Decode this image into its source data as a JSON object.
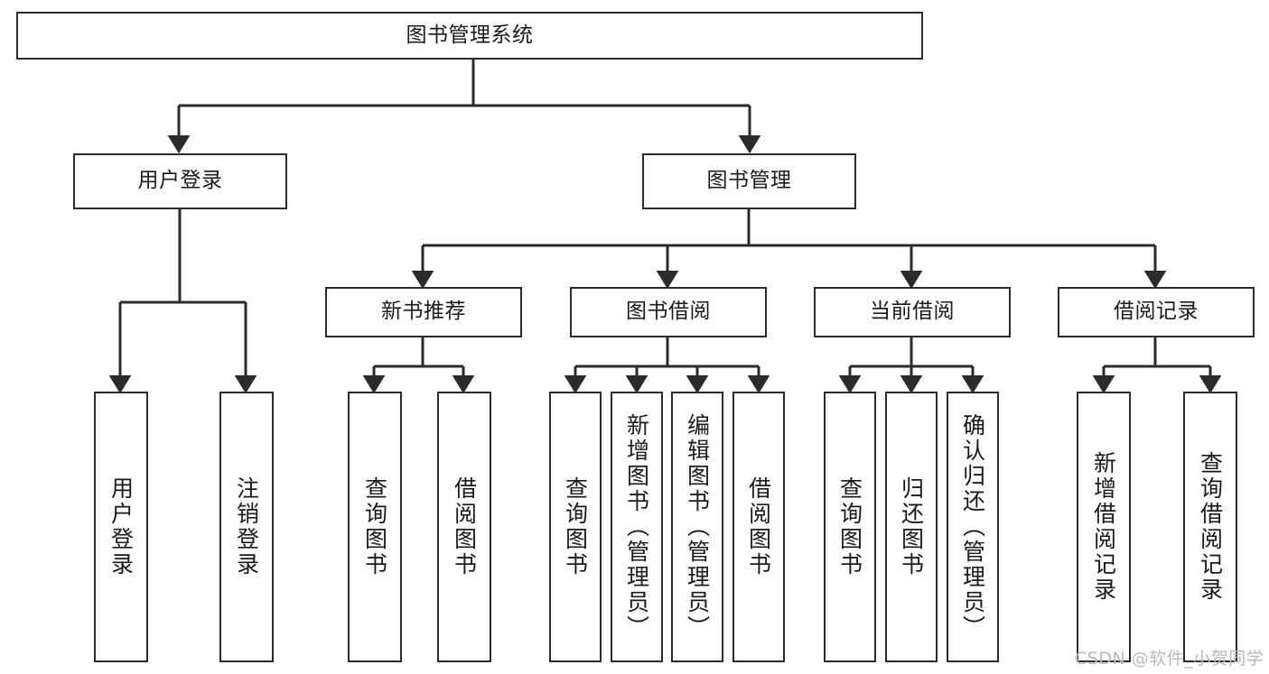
{
  "diagram": {
    "title": "图书管理系统",
    "type": "tree-hierarchy",
    "watermark": "CSDN @软件_小贺同学",
    "colors": {
      "stroke": "#2b2b2b",
      "fill": "#ffffff",
      "text": "#1a1a1a",
      "watermark": "#b8b8b8"
    },
    "root": {
      "label": "图书管理系统"
    },
    "level1": [
      {
        "label": "用户登录"
      },
      {
        "label": "图书管理"
      }
    ],
    "level2": [
      {
        "label": "新书推荐"
      },
      {
        "label": "图书借阅"
      },
      {
        "label": "当前借阅"
      },
      {
        "label": "借阅记录"
      }
    ],
    "leaves": {
      "user_login": [
        {
          "label": "用户登录"
        },
        {
          "label": "注销登录"
        }
      ],
      "new_book_recommend": [
        {
          "label": "查询图书"
        },
        {
          "label": "借阅图书"
        }
      ],
      "book_borrow": [
        {
          "label": "查询图书"
        },
        {
          "label": "新增图书（管理员）"
        },
        {
          "label": "编辑图书（管理员）"
        },
        {
          "label": "借阅图书"
        }
      ],
      "current_borrow": [
        {
          "label": "查询图书"
        },
        {
          "label": "归还图书"
        },
        {
          "label": "确认归还（管理员）"
        }
      ],
      "borrow_record": [
        {
          "label": "新增借阅记录"
        },
        {
          "label": "查询借阅记录"
        }
      ]
    }
  }
}
